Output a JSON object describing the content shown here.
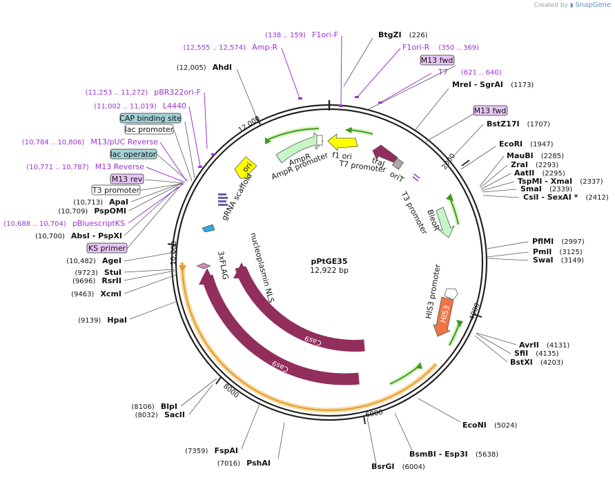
{
  "watermark": {
    "created_by": "Created by",
    "brand": "SnapGene"
  },
  "plasmid": {
    "name": "pPtGE35",
    "length_label": "12,922 bp"
  },
  "ticks": [
    {
      "label": "2000"
    },
    {
      "label": "4000"
    },
    {
      "label": "6000"
    },
    {
      "label": "8000"
    },
    {
      "label": "10,000"
    },
    {
      "label": "12,000"
    }
  ],
  "sites": [
    {
      "name": "BtgZI",
      "pos": "(226)"
    },
    {
      "name": "MreI - SgrAI",
      "pos": "(1173)"
    },
    {
      "name": "BstZ17I",
      "pos": "(1707)"
    },
    {
      "name": "EcoRI",
      "pos": "(1947)"
    },
    {
      "name": "MauBI",
      "pos": "(2285)"
    },
    {
      "name": "ZraI",
      "pos": "(2293)"
    },
    {
      "name": "AatII",
      "pos": "(2295)"
    },
    {
      "name": "TspMI - XmaI",
      "pos": "(2337)"
    },
    {
      "name": "SmaI",
      "pos": "(2339)"
    },
    {
      "name": "CsiI - SexAI *",
      "pos": "(2412)"
    },
    {
      "name": "PflMI",
      "pos": "(2997)"
    },
    {
      "name": "PmlI",
      "pos": "(3125)"
    },
    {
      "name": "SwaI",
      "pos": "(3149)"
    },
    {
      "name": "AvrII",
      "pos": "(4131)"
    },
    {
      "name": "SfiI",
      "pos": "(4135)"
    },
    {
      "name": "BstXI",
      "pos": "(4203)"
    },
    {
      "name": "EcoNI",
      "pos": "(5024)"
    },
    {
      "name": "BsmBI - Esp3I",
      "pos": "(5638)"
    },
    {
      "name": "BsrGI",
      "pos": "(6004)"
    },
    {
      "name": "PshAI",
      "pos": "(7016)"
    },
    {
      "name": "FspAI",
      "pos": "(7359)"
    },
    {
      "name": "BlpI",
      "pos": "(8106)"
    },
    {
      "name": "SacII",
      "pos": "(8032)"
    },
    {
      "name": "HpaI",
      "pos": "(9139)"
    },
    {
      "name": "XcmI",
      "pos": "(9463)"
    },
    {
      "name": "RsrII",
      "pos": "(9696)"
    },
    {
      "name": "StuI",
      "pos": "(9723)"
    },
    {
      "name": "AgeI",
      "pos": "(10,482)"
    },
    {
      "name": "AbsI - PspXI",
      "pos": "(10,700)"
    },
    {
      "name": "PspOMI",
      "pos": "(10,709)"
    },
    {
      "name": "ApaI",
      "pos": "(10,713)"
    },
    {
      "name": "AhdI",
      "pos": "(12,005)"
    }
  ],
  "primers": [
    {
      "name": "F1ori-F",
      "pos": "(138 .. 159)"
    },
    {
      "name": "Amp-R",
      "pos": "(12,555 .. 12,574)"
    },
    {
      "name": "F1ori-R",
      "pos": "(350 .. 369)"
    },
    {
      "name": "T7",
      "pos": "(621 .. 640)"
    },
    {
      "name": "pBR322ori-F",
      "pos": "(11,253 .. 11,272)"
    },
    {
      "name": "L4440",
      "pos": "(11,002 .. 11,019)"
    },
    {
      "name": "M13/pUC Reverse",
      "pos": "(10,784 .. 10,806)"
    },
    {
      "name": "M13 Reverse",
      "pos": "(10,771 .. 10,787)"
    },
    {
      "name": "pBluescriptKS",
      "pos": "(10,688 .. 10,704)"
    }
  ],
  "boxed_labels": [
    {
      "name": "M13 fwd",
      "style": "primer"
    },
    {
      "name": "M13 fwd",
      "style": "primer"
    },
    {
      "name": "CAP binding site",
      "style": "protein-bind"
    },
    {
      "name": "lac promoter",
      "style": "promoter"
    },
    {
      "name": "lac operator",
      "style": "protein-bind"
    },
    {
      "name": "M13 rev",
      "style": "primer"
    },
    {
      "name": "T3 promoter",
      "style": "promoter"
    },
    {
      "name": "KS primer",
      "style": "primer"
    }
  ],
  "features": [
    {
      "name": "AmpR"
    },
    {
      "name": "AmpR promoter"
    },
    {
      "name": "f1 ori"
    },
    {
      "name": "T7 promoter"
    },
    {
      "name": "traJ"
    },
    {
      "name": "oriT"
    },
    {
      "name": "ori"
    },
    {
      "name": "gRNA scaffold"
    },
    {
      "name": "T3 promoter"
    },
    {
      "name": "BleoR"
    },
    {
      "name": "HIS3 promoter"
    },
    {
      "name": "HIS3"
    },
    {
      "name": "3xFLAG"
    },
    {
      "name": "nucleoplasmin NLS"
    },
    {
      "name": "Cas9"
    },
    {
      "name": "Cas9"
    }
  ],
  "colors": {
    "primer": "#9b30d0",
    "primer_box": "#e7c6f3",
    "protein_bind_box": "#a3d1d6",
    "cas9": "#922e5c",
    "ampr": "#c7f5c6",
    "ori": "#ffff00",
    "orange_arc": "#e8a33a",
    "green_arrow": "#3d9a1e",
    "his3": "#f07545",
    "backbone": "#222222"
  }
}
